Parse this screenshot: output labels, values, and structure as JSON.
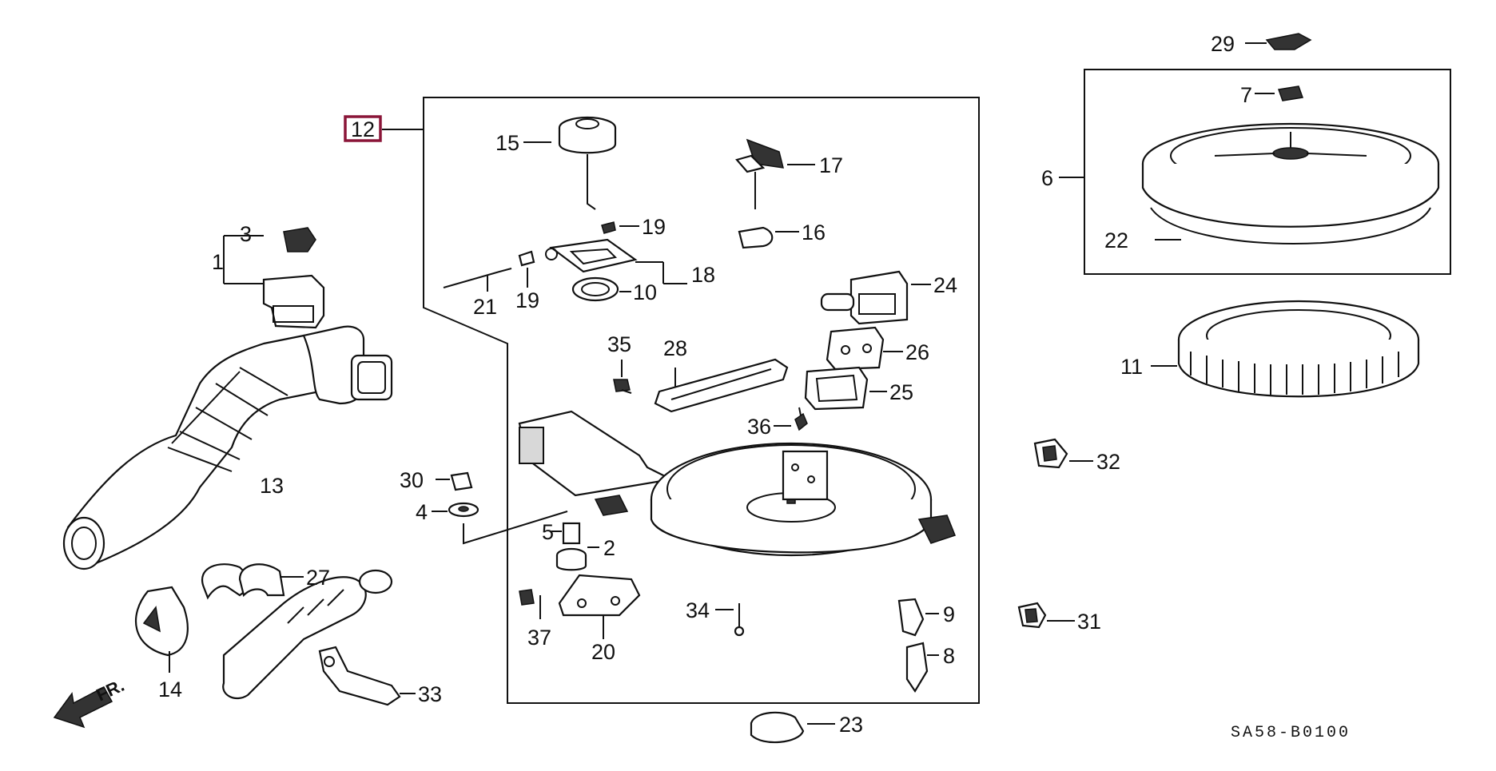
{
  "diagram": {
    "diagram_code": "SA58-B0100",
    "direction_marker": "FR.",
    "assembly_callout": "12",
    "highlight_color": "#8a1538",
    "part_numbers": [
      "1",
      "2",
      "3",
      "4",
      "5",
      "6",
      "7",
      "8",
      "9",
      "10",
      "11",
      "13",
      "14",
      "15",
      "16",
      "17",
      "18",
      "19",
      "19",
      "20",
      "21",
      "22",
      "23",
      "24",
      "25",
      "26",
      "27",
      "28",
      "29",
      "30",
      "31",
      "32",
      "33",
      "34",
      "35",
      "36",
      "37"
    ]
  }
}
